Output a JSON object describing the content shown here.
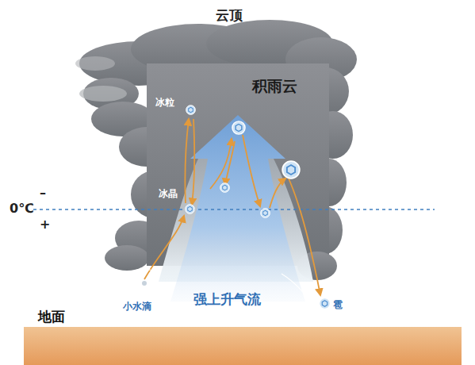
{
  "diagram": {
    "labels": [
      "云顶",
      "积雨云",
      "冰粒",
      "冰晶",
      "0℃",
      "–",
      "+",
      "小水滴",
      "强上升气流",
      "雹",
      "地面"
    ]
  }
}
